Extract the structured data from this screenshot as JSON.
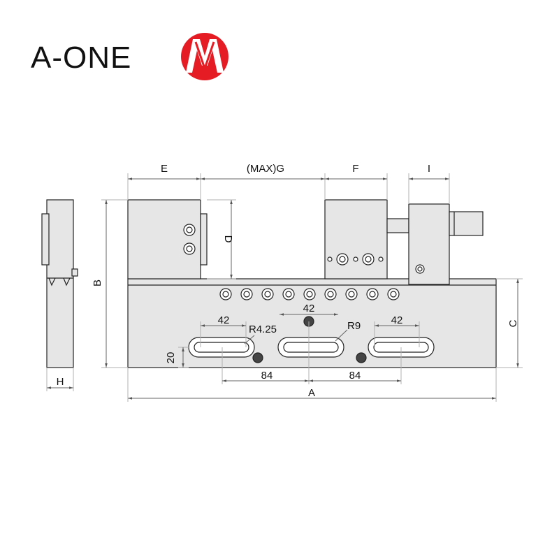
{
  "brand": {
    "name": "A-ONE",
    "logo_color": "#e51c24"
  },
  "dimensions": {
    "E": "E",
    "G": "(MAX)G",
    "F": "F",
    "I": "I",
    "D": "D",
    "B": "B",
    "C": "C",
    "H": "H",
    "A": "A",
    "slot_width_left": "42",
    "slot_spacing_top": "42",
    "slot_width_right": "42",
    "radius_small": "R4.25",
    "radius_large": "R9",
    "height_20": "20",
    "pitch_left": "84",
    "pitch_right": "84"
  },
  "colors": {
    "body_fill": "#e6e6e6",
    "outline": "#222222",
    "dim_line": "#666666",
    "ext_line": "#b0b0b0"
  }
}
